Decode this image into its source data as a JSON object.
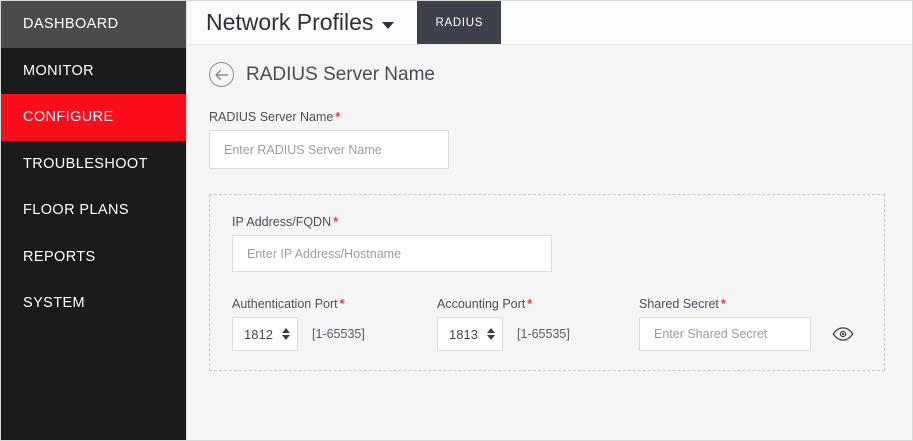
{
  "sidebar": {
    "items": [
      {
        "label": "DASHBOARD",
        "state": "dashboard"
      },
      {
        "label": "MONITOR",
        "state": "normal"
      },
      {
        "label": "CONFIGURE",
        "state": "active"
      },
      {
        "label": "TROUBLESHOOT",
        "state": "normal"
      },
      {
        "label": "FLOOR PLANS",
        "state": "normal"
      },
      {
        "label": "REPORTS",
        "state": "normal"
      },
      {
        "label": "SYSTEM",
        "state": "normal"
      }
    ]
  },
  "header": {
    "title": "Network Profiles",
    "dropdown_icon": "chevron-down-icon",
    "tabs": [
      {
        "label": "RADIUS",
        "selected": true
      }
    ]
  },
  "subheader": {
    "back_icon": "arrow-left-circle-icon",
    "title": "RADIUS Server Name"
  },
  "form": {
    "required_marker": "*",
    "server_name": {
      "label": "RADIUS Server Name",
      "placeholder": "Enter RADIUS Server Name",
      "value": ""
    },
    "ip_address": {
      "label": "IP Address/FQDN",
      "placeholder": "Enter IP Address/Hostname",
      "value": ""
    },
    "auth_port": {
      "label": "Authentication Port",
      "value": "1812",
      "range_hint": "[1-65535]"
    },
    "acct_port": {
      "label": "Accounting Port",
      "value": "1813",
      "range_hint": "[1-65535]"
    },
    "shared_secret": {
      "label": "Shared Secret",
      "placeholder": "Enter Shared Secret",
      "value": "",
      "reveal_icon": "eye-icon"
    }
  },
  "colors": {
    "accent_red": "#fc0d1b",
    "sidebar_bg": "#1b1b1b",
    "sidebar_dashboard_bg": "#4b4b4b",
    "tab_bg": "#3e404a",
    "required_star": "#f0393f",
    "content_bg": "#f5f5f5"
  }
}
